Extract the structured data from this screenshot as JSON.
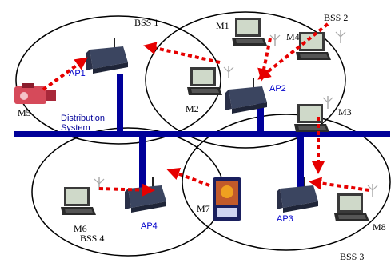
{
  "colors": {
    "backbone": "#000099",
    "link": "#e60000",
    "ap_label": "#0000cc",
    "bss_outline": "#000000"
  },
  "distribution_system": {
    "line1": "Distribution",
    "line2": "System"
  },
  "bss": [
    {
      "id": "bss1",
      "label": "BSS 1"
    },
    {
      "id": "bss2",
      "label": "BSS 2"
    },
    {
      "id": "bss3",
      "label": "BSS 3"
    },
    {
      "id": "bss4",
      "label": "BSS 4"
    }
  ],
  "access_points": [
    {
      "id": "ap1",
      "label": "AP1"
    },
    {
      "id": "ap2",
      "label": "AP2"
    },
    {
      "id": "ap3",
      "label": "AP3"
    },
    {
      "id": "ap4",
      "label": "AP4"
    }
  ],
  "stations": [
    {
      "id": "m1",
      "label": "M1",
      "device": "laptop-icon"
    },
    {
      "id": "m2",
      "label": "M2",
      "device": "laptop-icon"
    },
    {
      "id": "m3",
      "label": "M3",
      "device": "laptop-icon"
    },
    {
      "id": "m4",
      "label": "M4",
      "device": "laptop-icon"
    },
    {
      "id": "m5",
      "label": "M5",
      "device": "camcorder-icon"
    },
    {
      "id": "m6",
      "label": "M6",
      "device": "laptop-icon"
    },
    {
      "id": "m7",
      "label": "M7",
      "device": "pda-icon"
    },
    {
      "id": "m8",
      "label": "M8",
      "device": "laptop-icon"
    }
  ]
}
